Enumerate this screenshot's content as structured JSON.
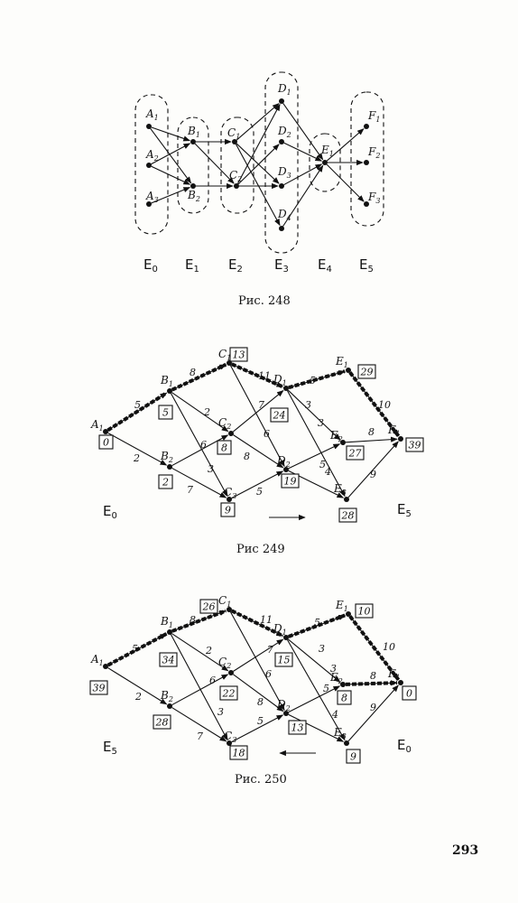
{
  "page_number": "293",
  "stage_labels_symbol": "E",
  "fig248": {
    "caption": "Рис. 248",
    "stages": [
      "0",
      "1",
      "2",
      "3",
      "4",
      "5"
    ],
    "nodes": {
      "A1": {
        "letter": "A",
        "sub": "1"
      },
      "A2": {
        "letter": "A",
        "sub": "2"
      },
      "A3": {
        "letter": "A",
        "sub": "3"
      },
      "B1": {
        "letter": "B",
        "sub": "1"
      },
      "B2": {
        "letter": "B",
        "sub": "2"
      },
      "C1": {
        "letter": "C",
        "sub": "1"
      },
      "C2": {
        "letter": "C",
        "sub": "2"
      },
      "D1": {
        "letter": "D",
        "sub": "1"
      },
      "D2": {
        "letter": "D",
        "sub": "2"
      },
      "D3": {
        "letter": "D",
        "sub": "3"
      },
      "D4": {
        "letter": "D",
        "sub": "4"
      },
      "E1": {
        "letter": "E",
        "sub": "1"
      },
      "F1": {
        "letter": "F",
        "sub": "1"
      },
      "F2": {
        "letter": "F",
        "sub": "2"
      },
      "F3": {
        "letter": "F",
        "sub": "3"
      }
    }
  },
  "fig249": {
    "caption": "Рис 249",
    "start_stage": "0",
    "end_stage": "5",
    "node_values": {
      "A1": "0",
      "B1": "5",
      "B2": "2",
      "C1": "13",
      "C2": "8",
      "C3": "9",
      "D1": "24",
      "D2": "19",
      "E1": "29",
      "E2": "27",
      "E3": "28",
      "F1": "39"
    },
    "weights": {
      "A1B1": "5",
      "A1B2": "2",
      "B1C1": "8",
      "B1C2": "2",
      "B1C3": "3",
      "B2C2": "6",
      "B2C3": "7",
      "C1D1": "11",
      "C1D2": "6",
      "C2D1": "7",
      "C2D2": "8",
      "C3D2": "5",
      "D1E1": "5",
      "D1E2": "3",
      "D1E3": "3",
      "D2E2": "5",
      "D2E3": "4",
      "E1F1": "10",
      "E2F1": "8",
      "E3F1": "9"
    }
  },
  "fig250": {
    "caption": "Рис. 250",
    "start_stage": "5",
    "end_stage": "0",
    "node_values": {
      "A1": "39",
      "B1": "34",
      "B2": "28",
      "C1": "26",
      "C2": "22",
      "C3": "18",
      "D1": "15",
      "D2": "13",
      "E1": "10",
      "E2": "8",
      "E3": "9",
      "F1": "0"
    },
    "weights": {
      "A1B1": "5",
      "A1B2": "2",
      "B1C1": "8",
      "B1C2": "2",
      "B1C3": "3",
      "B2C2": "6",
      "B2C3": "7",
      "C1D1": "11",
      "C1D2": "6",
      "C2D1": "7",
      "C2D2": "8",
      "C3D2": "5",
      "D1E1": "5",
      "D1E2": "3",
      "D1E3": "3",
      "D2E2": "5",
      "D2E3": "4",
      "E1F1": "10",
      "E2F1": "8",
      "E3F1": "9"
    }
  }
}
